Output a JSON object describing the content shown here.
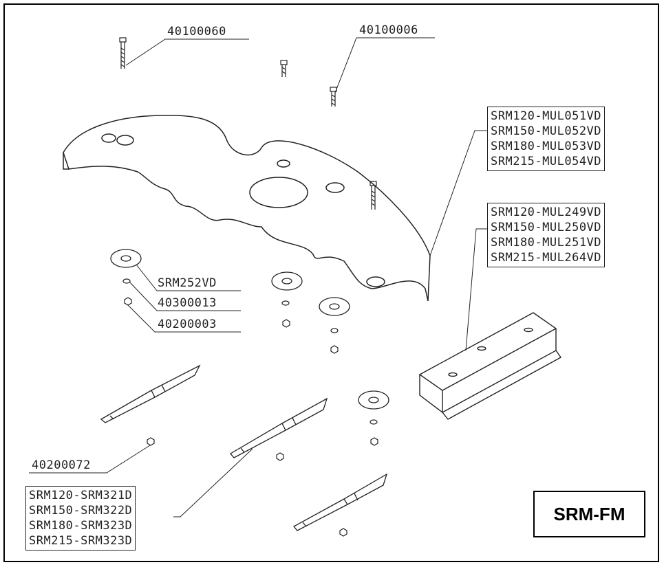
{
  "labels": {
    "bolt_long": "40100060",
    "bolt_short": "40100006",
    "washer_plate": "SRM252VD",
    "lock_washer": "40300013",
    "nut_small": "40200003",
    "blade_nut": "40200072"
  },
  "deck_plate_codes": [
    "SRM120-MUL051VD",
    "SRM150-MUL052VD",
    "SRM180-MUL053VD",
    "SRM215-MUL054VD"
  ],
  "baffle_codes": [
    "SRM120-MUL249VD",
    "SRM150-MUL250VD",
    "SRM180-MUL251VD",
    "SRM215-MUL264VD"
  ],
  "blade_codes": [
    "SRM120-SRM321D",
    "SRM150-SRM322D",
    "SRM180-SRM323D",
    "SRM215-SRM323D"
  ],
  "model": "SRM-FM"
}
